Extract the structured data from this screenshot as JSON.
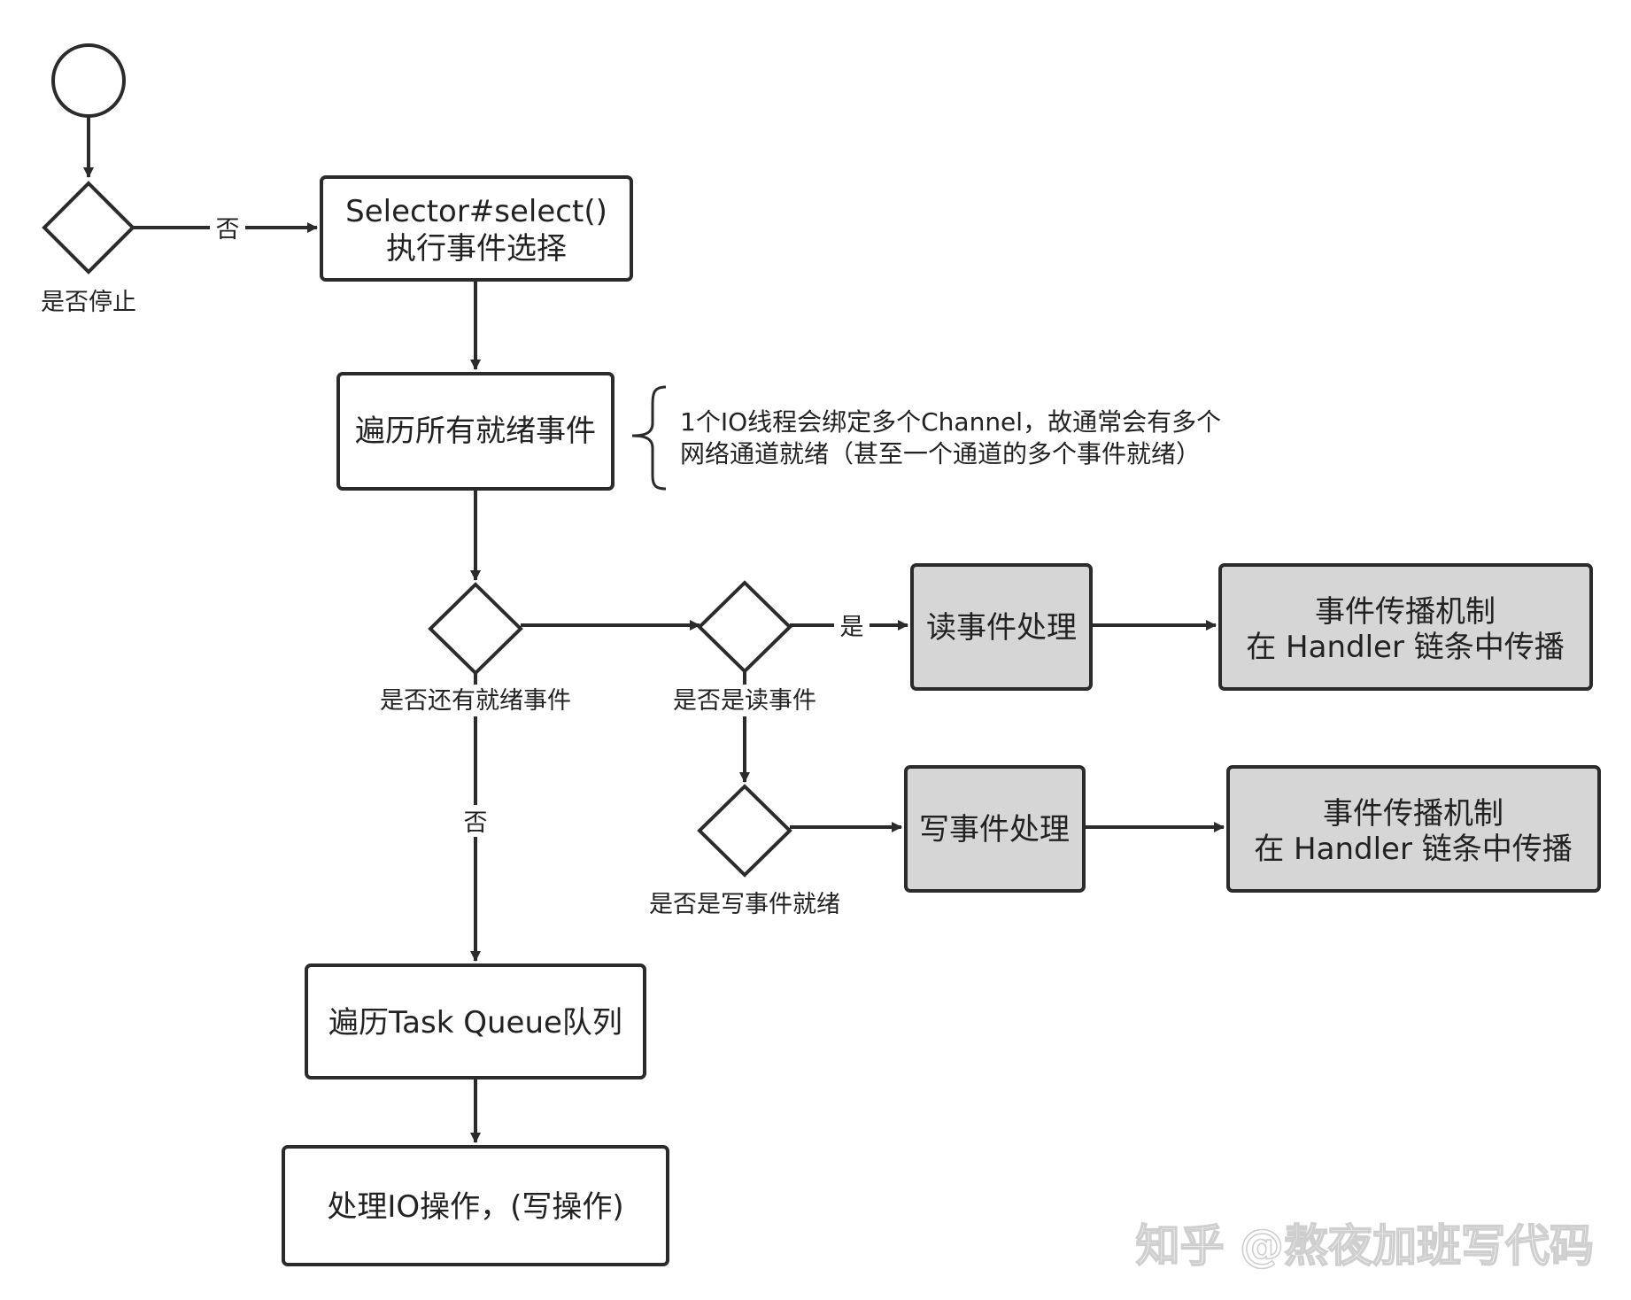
{
  "colors": {
    "stroke": "#2b2b2b",
    "box_fill": "#ffffff",
    "highlight_fill": "#d6d6d6",
    "text": "#222222",
    "watermark": "#cfcfcf"
  },
  "nodes": {
    "start": {
      "shape": "circle"
    },
    "stop_check": {
      "shape": "diamond",
      "caption": "是否停止"
    },
    "select": {
      "shape": "box",
      "lines": [
        "Selector#select()",
        "执行事件选择"
      ]
    },
    "iterate_ready": {
      "shape": "box",
      "lines": [
        "遍历所有就绪事件"
      ]
    },
    "more_ready_check": {
      "shape": "diamond",
      "caption": "是否还有就绪事件"
    },
    "read_check": {
      "shape": "diamond",
      "caption": "是否是读事件"
    },
    "write_check": {
      "shape": "diamond",
      "caption": "是否是写事件就绪"
    },
    "read_handle": {
      "shape": "box",
      "highlighted": true,
      "lines": [
        "读事件处理"
      ]
    },
    "write_handle": {
      "shape": "box",
      "highlighted": true,
      "lines": [
        "写事件处理"
      ]
    },
    "read_propagate": {
      "shape": "box",
      "highlighted": true,
      "lines": [
        "事件传播机制",
        "在 Handler 链条中传播"
      ]
    },
    "write_propagate": {
      "shape": "box",
      "highlighted": true,
      "lines": [
        "事件传播机制",
        "在 Handler 链条中传播"
      ]
    },
    "task_queue": {
      "shape": "box",
      "lines": [
        "遍历Task Queue队列"
      ]
    },
    "io_ops": {
      "shape": "box",
      "lines": [
        "处理IO操作，(写操作)"
      ]
    }
  },
  "edge_labels": {
    "stop_no": "否",
    "read_yes": "是",
    "more_no": "否"
  },
  "note": {
    "lines": [
      "1个IO线程会绑定多个Channel，故通常会有多个",
      "网络通道就绪（甚至一个通道的多个事件就绪）"
    ]
  },
  "watermark": "知乎 @熬夜加班写代码"
}
